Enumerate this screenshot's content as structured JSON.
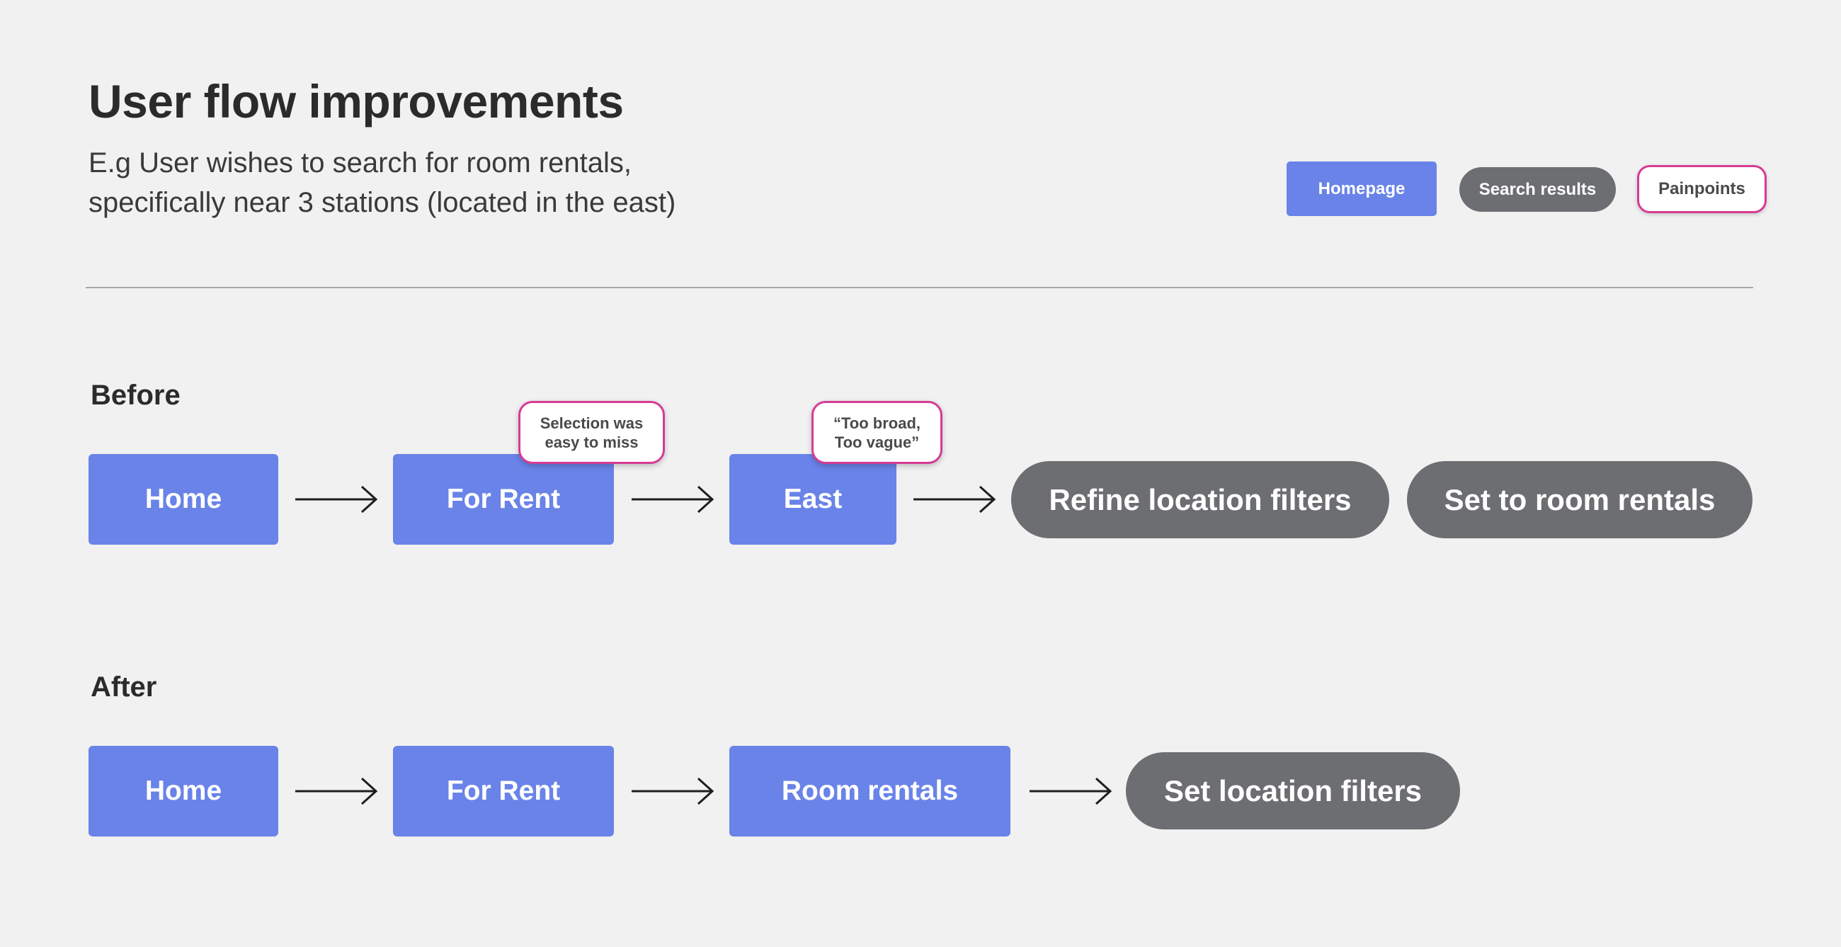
{
  "header": {
    "title": "User flow improvements",
    "subtitle_line1": "E.g User wishes to search for room rentals,",
    "subtitle_line2": "specifically near 3 stations (located in the east)"
  },
  "legend": {
    "homepage": "Homepage",
    "search_results": "Search results",
    "painpoints": "Painpoints"
  },
  "before": {
    "label": "Before",
    "steps": [
      "Home",
      "For Rent",
      "East"
    ],
    "results": [
      "Refine location filters",
      "Set to room rentals"
    ],
    "painpoints": [
      {
        "line1": "Selection was",
        "line2": "easy to miss"
      },
      {
        "line1": "“Too broad,",
        "line2": "Too vague”"
      }
    ]
  },
  "after": {
    "label": "After",
    "steps": [
      "Home",
      "For Rent",
      "Room rentals"
    ],
    "results": [
      "Set location filters"
    ]
  },
  "colors": {
    "background": "#f0f1f0",
    "homepage": "#6983e8",
    "search_results": "#6d6e71",
    "painpoint_border": "#d63b94"
  }
}
